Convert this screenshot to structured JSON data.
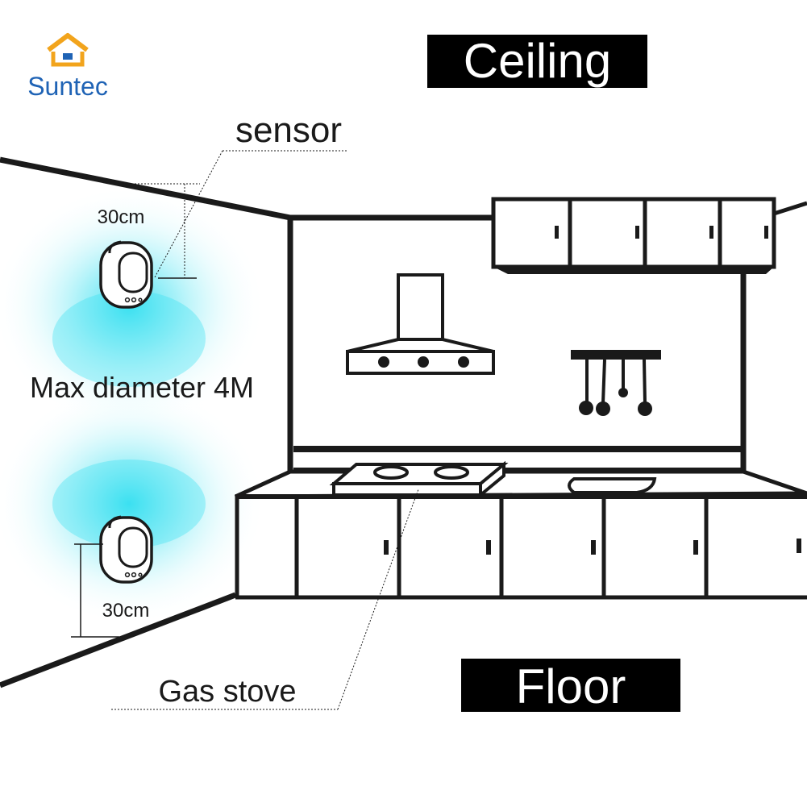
{
  "brand": {
    "name": "Suntec",
    "color": "#1f63b5",
    "roof_color": "#f2a41c"
  },
  "labels": {
    "ceiling": "Ceiling",
    "floor": "Floor",
    "sensor": "sensor",
    "top_distance": "30cm",
    "bottom_distance": "30cm",
    "coverage": "Max diameter 4M",
    "gas_stove": "Gas stove"
  },
  "colors": {
    "line": "#1a1a1a",
    "glow": "#35dff0",
    "tag_bg": "#000000",
    "tag_text": "#ffffff"
  },
  "icons": [
    "gas-sensor-icon",
    "range-hood-icon",
    "utensil-rack-icon",
    "gas-stove-icon",
    "sink-icon"
  ]
}
